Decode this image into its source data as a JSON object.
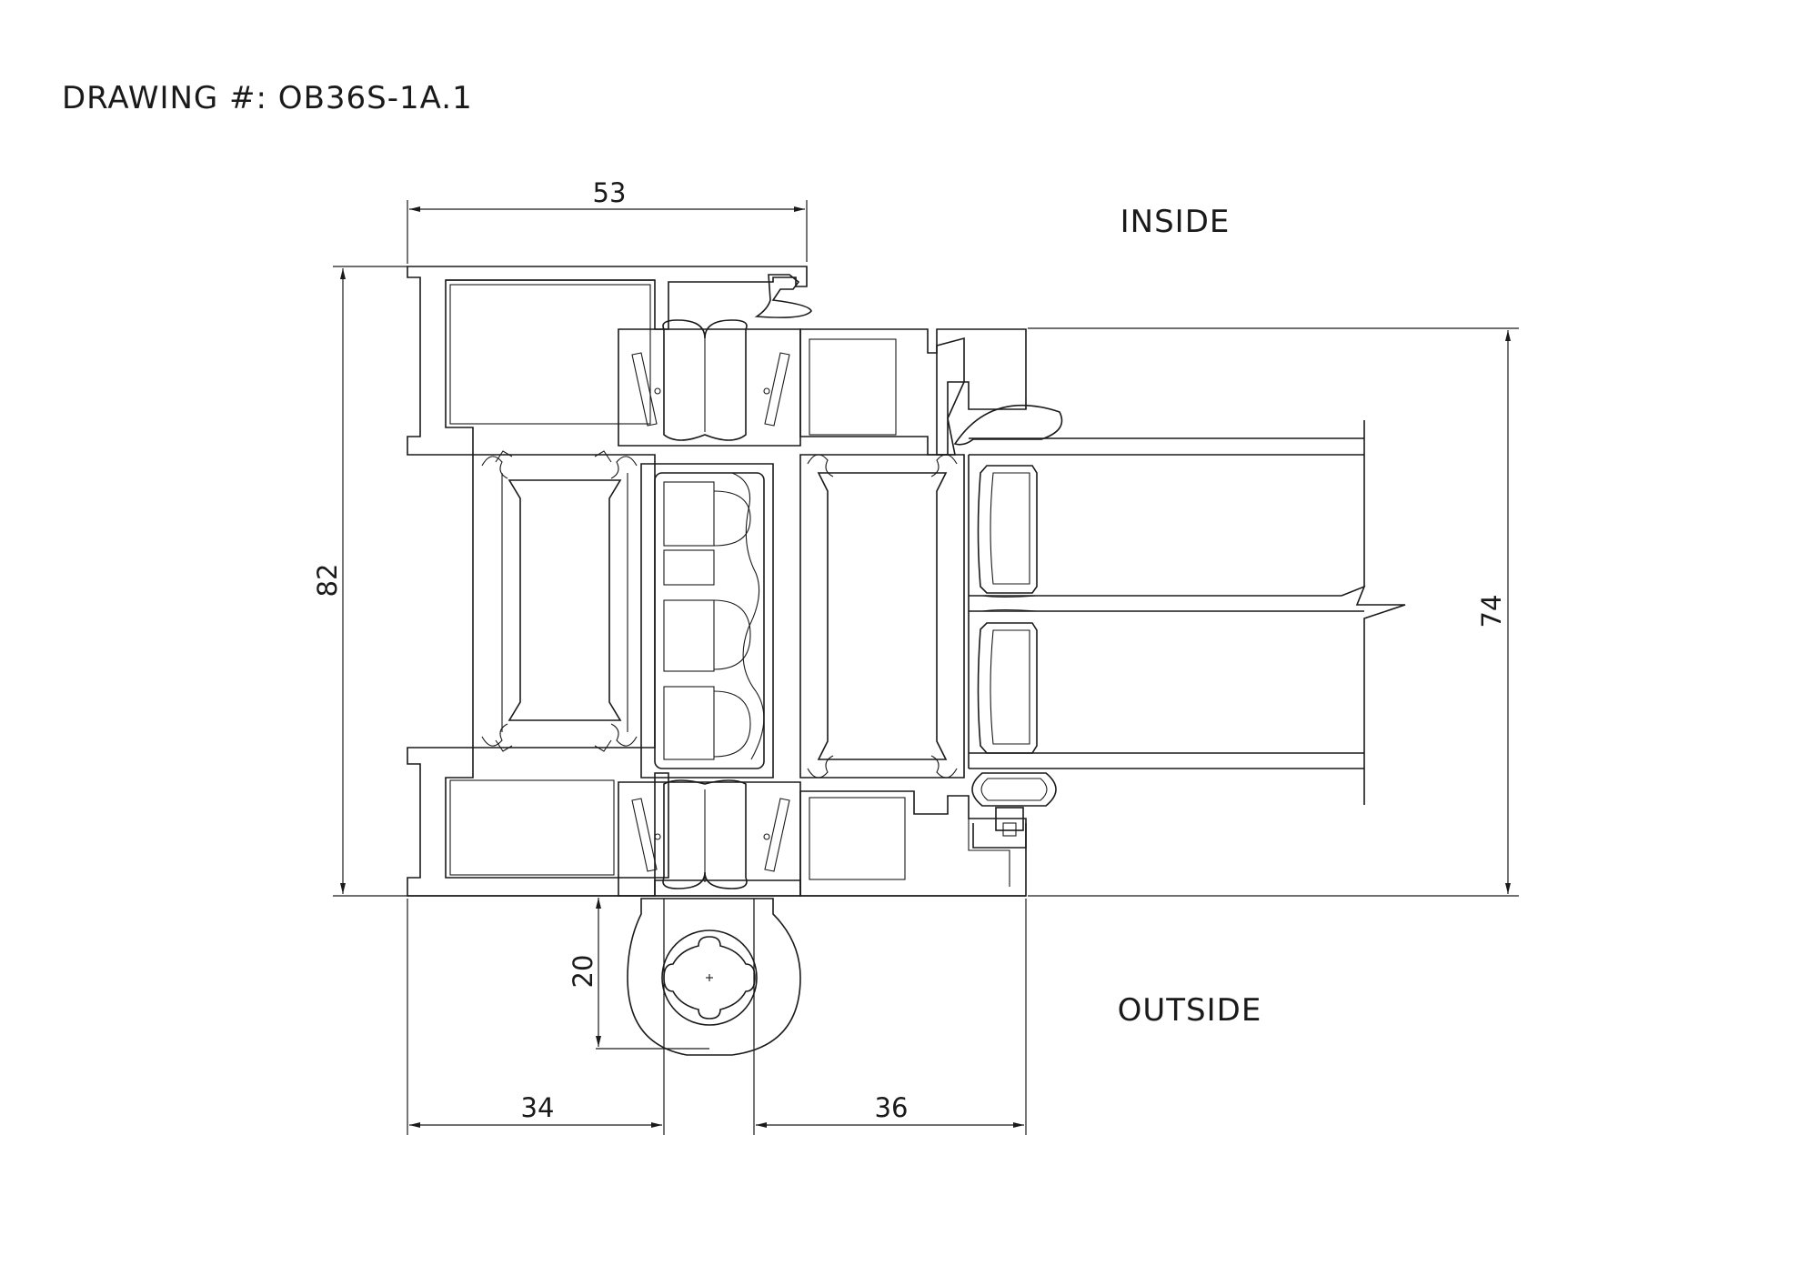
{
  "drawing": {
    "title": "DRAWING #: OB36S-1A.1",
    "inside_label": "INSIDE",
    "outside_label": "OUTSIDE"
  },
  "dimensions": {
    "top_width": "53",
    "overall_height": "82",
    "glazing_height": "74",
    "cylinder_offset": "20",
    "bottom_left_width": "34",
    "bottom_right_width": "36"
  },
  "colors": {
    "line": "#1a1a1a",
    "background": "#ffffff"
  }
}
